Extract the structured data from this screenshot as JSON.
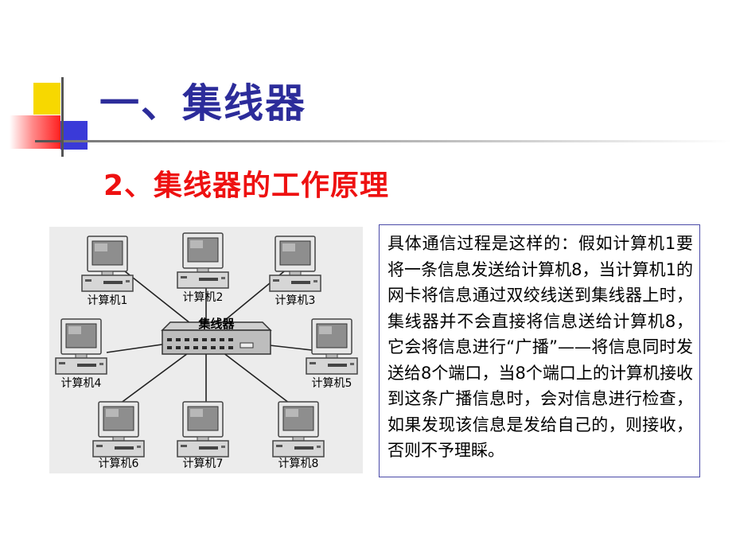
{
  "slide": {
    "title": "一、集线器",
    "subtitle": "2、集线器的工作原理",
    "description": "具体通信过程是这样的：假如计算机1要将一条信息发送给计算机8，当计算机1的网卡将信息通过双绞线送到集线器上时，集线器并不会直接将信息送给计算机8，它会将信息进行“广播”——将信息同时发送给8个端口，当8个端口上的计算机接收到这条广播信息时，会对信息进行检查，如果发现该信息是发给自己的，则接收，否则不予理睬。"
  },
  "diagram": {
    "hub_label": "集线器",
    "computers": [
      {
        "label": "计算机1"
      },
      {
        "label": "计算机2"
      },
      {
        "label": "计算机3"
      },
      {
        "label": "计算机4"
      },
      {
        "label": "计算机5"
      },
      {
        "label": "计算机6"
      },
      {
        "label": "计算机7"
      },
      {
        "label": "计算机8"
      }
    ]
  },
  "colors": {
    "title": "#2c2c9a",
    "subtitle": "#ee1111",
    "box_border": "#4a4aa8"
  }
}
